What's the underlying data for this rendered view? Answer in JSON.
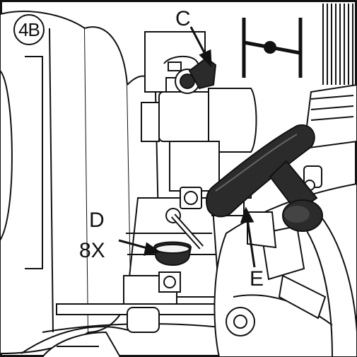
{
  "step": "4B",
  "callouts": {
    "c": "C",
    "d": "D",
    "d_qty": "8X",
    "e": "E"
  },
  "icons": {
    "symbol": "bevel-lock-symbol-icon"
  },
  "colors": {
    "line": "#111111",
    "dark_part": "#2b2b2b",
    "light_part": "#f4f4f4"
  }
}
